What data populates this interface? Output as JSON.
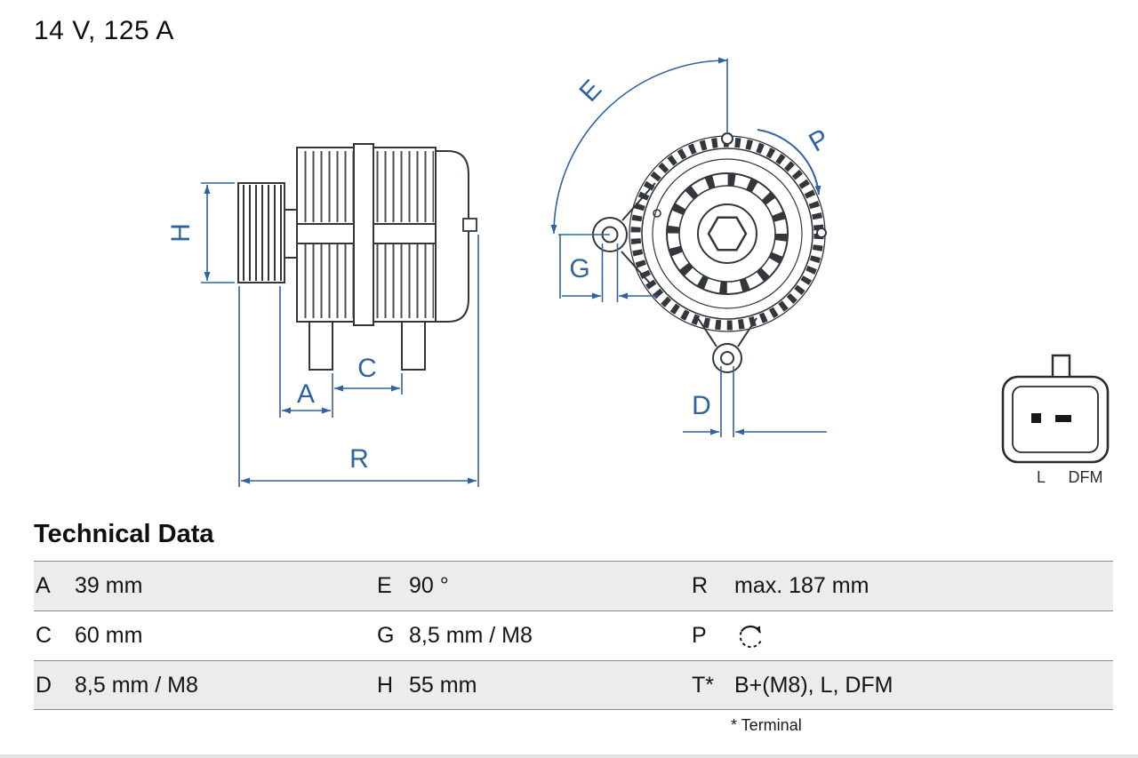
{
  "title": "14 V, 125 A",
  "drawing": {
    "dimension_labels": {
      "H": "H",
      "A": "A",
      "C": "C",
      "R": "R",
      "E": "E",
      "G": "G",
      "P": "P",
      "D": "D"
    },
    "connector": {
      "pin_left": "L",
      "pin_right": "DFM"
    }
  },
  "technical_data": {
    "heading": "Technical Data",
    "rows": [
      [
        {
          "key": "A",
          "value": "39 mm"
        },
        {
          "key": "E",
          "value": "90 °"
        },
        {
          "key": "R",
          "value": "max. 187 mm"
        }
      ],
      [
        {
          "key": "C",
          "value": "60 mm"
        },
        {
          "key": "G",
          "value": "8,5 mm / M8"
        },
        {
          "key": "P",
          "value": "",
          "value_icon": "rotation-direction-icon"
        }
      ],
      [
        {
          "key": "D",
          "value": "8,5 mm / M8"
        },
        {
          "key": "H",
          "value": "55 mm"
        },
        {
          "key": "T*",
          "value": "B+(M8), L, DFM"
        }
      ]
    ],
    "footnote": "* Terminal"
  },
  "colors": {
    "dimension_blue": "#2f63a0",
    "line_dark": "#33373b",
    "row_shade": "#ececec"
  }
}
